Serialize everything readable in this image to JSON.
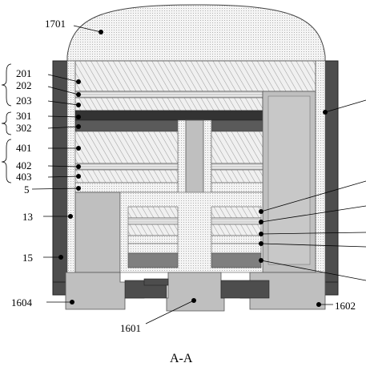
{
  "caption": "A-A",
  "labels": {
    "l1701": "1701",
    "l201": "201",
    "l202": "202",
    "l203": "203",
    "l301": "301",
    "l302": "302",
    "l401": "401",
    "l402": "402",
    "l403": "403",
    "l5": "5",
    "l13": "13",
    "l15": "15",
    "l1604": "1604",
    "l1601": "1601",
    "l1602": "1602"
  },
  "colors": {
    "dome": "#e6e6e6",
    "dark_shell": "#4d4d4d",
    "light_fill": "#f2f2f2",
    "grey_fill": "#bfbfbf",
    "dark_layer": "#333333"
  }
}
